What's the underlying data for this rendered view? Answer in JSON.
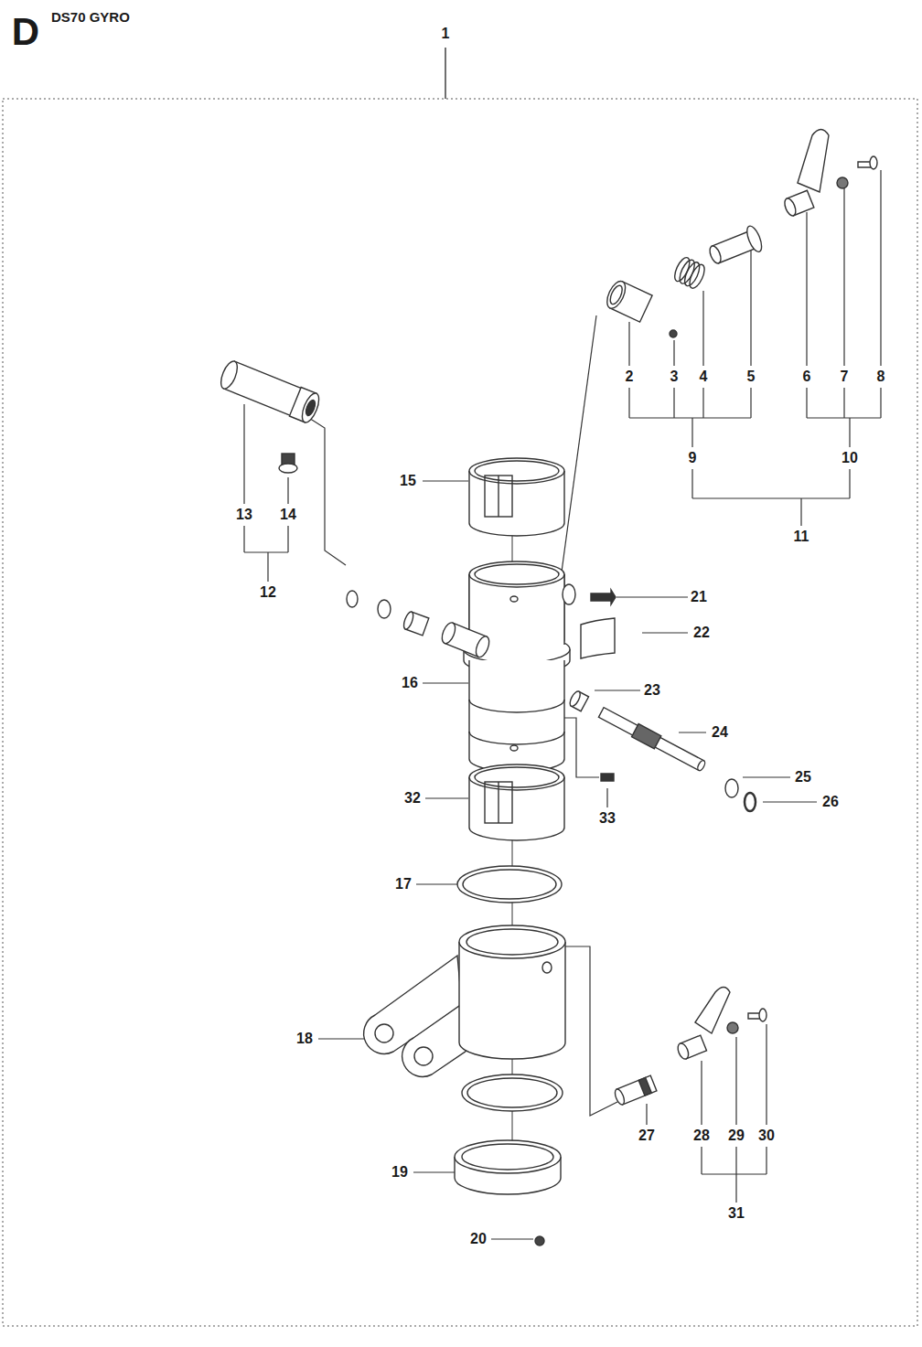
{
  "diagram": {
    "title": "DS70 GYRO",
    "labels": [
      "D",
      "1",
      "2",
      "3",
      "4",
      "5",
      "6",
      "7",
      "8",
      "9",
      "10",
      "11",
      "12",
      "13",
      "14",
      "15",
      "16",
      "17",
      "18",
      "19",
      "20",
      "21",
      "22",
      "23",
      "24",
      "25",
      "26",
      "27",
      "28",
      "29",
      "30",
      "31",
      "32",
      "33"
    ]
  }
}
